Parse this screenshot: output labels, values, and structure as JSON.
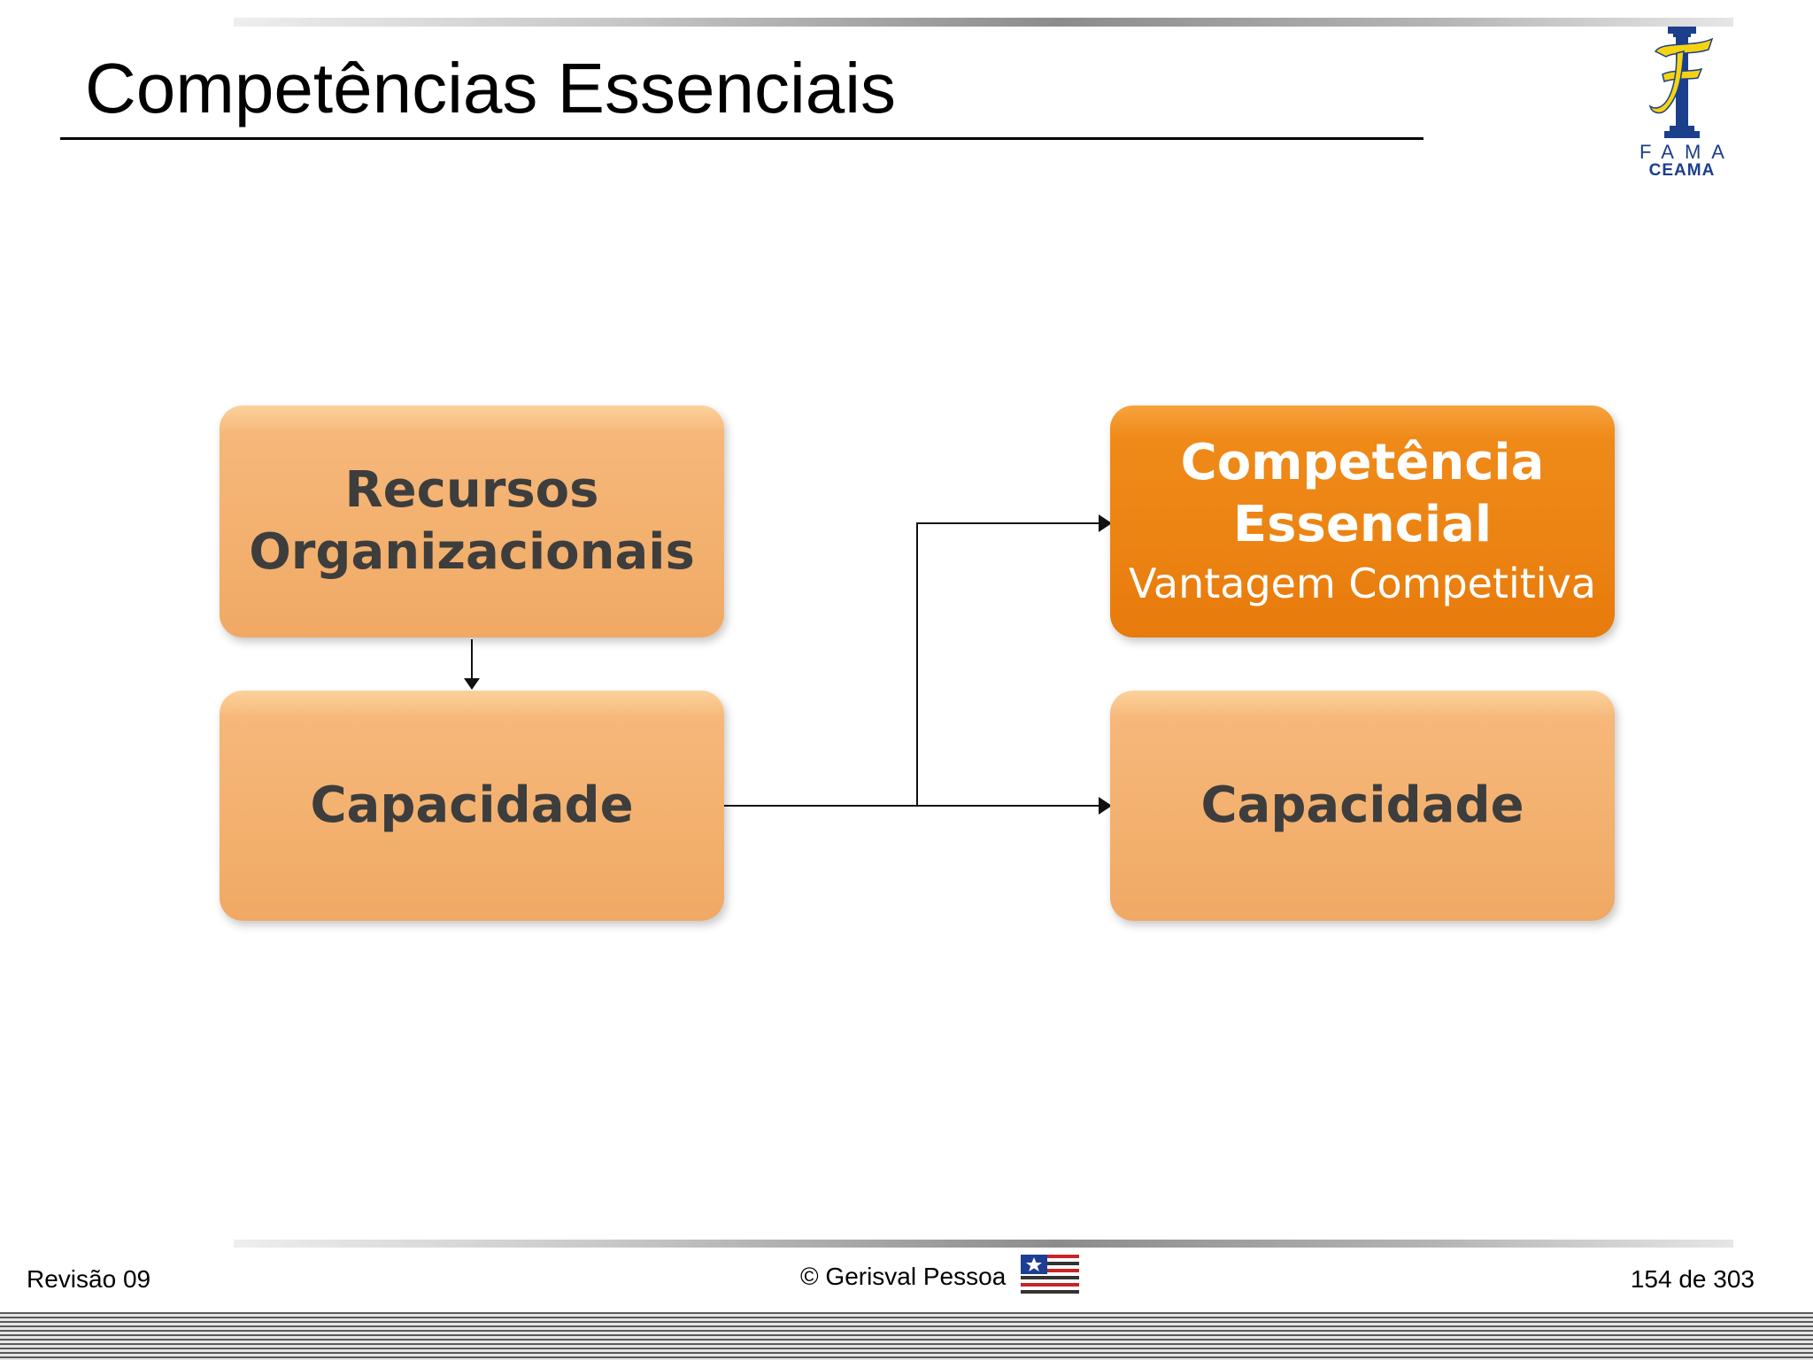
{
  "slide": {
    "title": "Competências Essenciais"
  },
  "logo": {
    "letter": "F",
    "fama": "FAMA",
    "ceama": "CEAMA",
    "colors": {
      "blue": "#1b3f8b",
      "yellow": "#f5d312"
    }
  },
  "diagram": {
    "nodes": [
      {
        "id": "recursos",
        "lines": [
          "Recursos",
          "Organizacionais"
        ],
        "style": "light"
      },
      {
        "id": "capacidade-left",
        "lines": [
          "Capacidade"
        ],
        "style": "light"
      },
      {
        "id": "competencia",
        "lines": [
          "Competência",
          "Essencial"
        ],
        "subtitle": "Vantagem Competitiva",
        "style": "dark"
      },
      {
        "id": "capacidade-right",
        "lines": [
          "Capacidade"
        ],
        "style": "light"
      }
    ],
    "edges": [
      {
        "from": "recursos",
        "to": "capacidade-left"
      },
      {
        "from": "capacidade-left",
        "to": "competencia"
      },
      {
        "from": "capacidade-left",
        "to": "capacidade-right"
      }
    ],
    "colors": {
      "light_box": "#f3b16f",
      "dark_box": "#ec8312",
      "light_text": "#3d3d3d",
      "dark_text": "#ffffff"
    }
  },
  "footer": {
    "revision": "Revisão 09",
    "author": "© Gerisval Pessoa",
    "page": "154 de 303",
    "flag_icon": "maranhao-flag-icon"
  }
}
